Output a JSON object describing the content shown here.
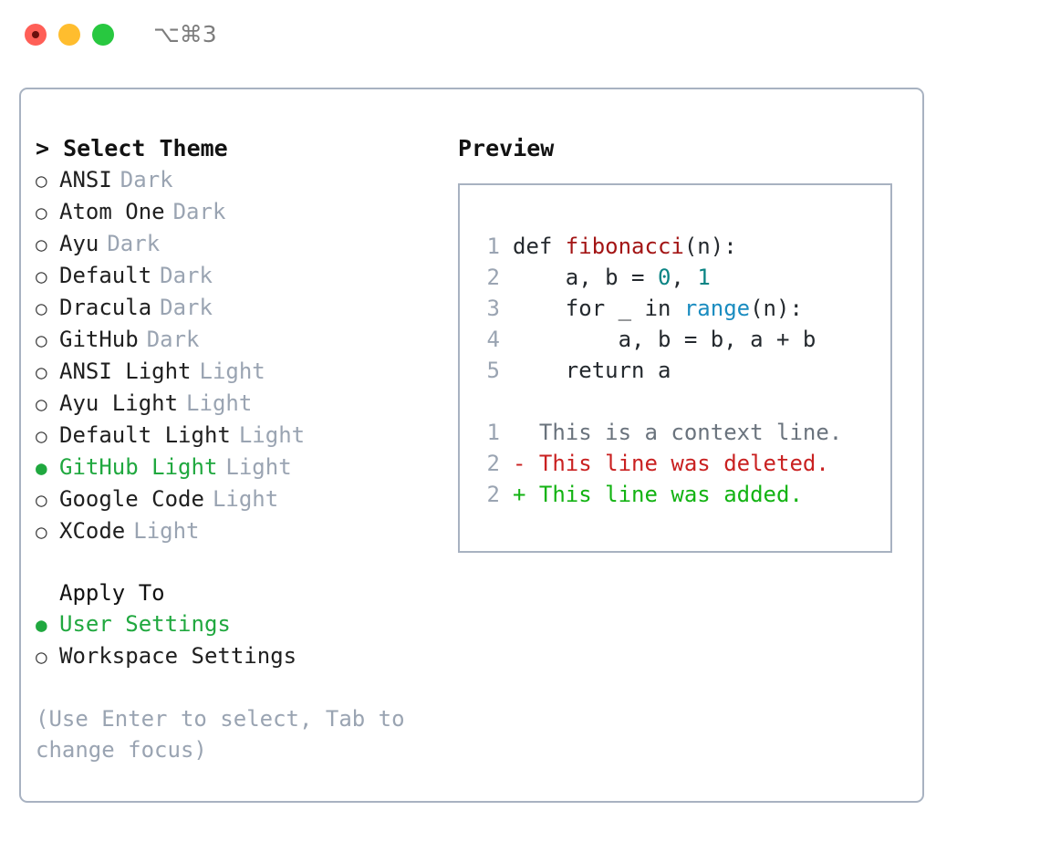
{
  "window": {
    "shortcut_label": "⌥⌘3",
    "lights": [
      {
        "name": "close",
        "color": "#ff5f57"
      },
      {
        "name": "minimize",
        "color": "#ffbd2e"
      },
      {
        "name": "zoom",
        "color": "#28c840"
      }
    ]
  },
  "theme_picker": {
    "prompt_prefix": "> ",
    "title": "Select Theme",
    "bullet_on": "●",
    "bullet_off": "○",
    "selected_color": "#20a83f",
    "themes": [
      {
        "label": "ANSI",
        "kind": "Dark",
        "selected": false
      },
      {
        "label": "Atom One",
        "kind": "Dark",
        "selected": false
      },
      {
        "label": "Ayu",
        "kind": "Dark",
        "selected": false
      },
      {
        "label": "Default",
        "kind": "Dark",
        "selected": false
      },
      {
        "label": "Dracula",
        "kind": "Dark",
        "selected": false
      },
      {
        "label": "GitHub",
        "kind": "Dark",
        "selected": false
      },
      {
        "label": "ANSI Light",
        "kind": "Light",
        "selected": false
      },
      {
        "label": "Ayu Light",
        "kind": "Light",
        "selected": false
      },
      {
        "label": "Default Light",
        "kind": "Light",
        "selected": false
      },
      {
        "label": "GitHub Light",
        "kind": "Light",
        "selected": true
      },
      {
        "label": "Google Code",
        "kind": "Light",
        "selected": false
      },
      {
        "label": "XCode",
        "kind": "Light",
        "selected": false
      }
    ]
  },
  "apply_to": {
    "title": "Apply To",
    "options": [
      {
        "label": "User Settings",
        "selected": true
      },
      {
        "label": "Workspace Settings",
        "selected": false
      }
    ]
  },
  "hint": {
    "text": "(Use Enter to select, Tab to change focus)"
  },
  "preview": {
    "title": "Preview",
    "code_lines": [
      {
        "no": "1",
        "parts": [
          {
            "t": "def ",
            "c": "plain"
          },
          {
            "t": "fibonacci",
            "c": "fn"
          },
          {
            "t": "(n):",
            "c": "plain"
          }
        ]
      },
      {
        "no": "2",
        "parts": [
          {
            "t": "    a, b = ",
            "c": "plain"
          },
          {
            "t": "0",
            "c": "num"
          },
          {
            "t": ", ",
            "c": "plain"
          },
          {
            "t": "1",
            "c": "num"
          }
        ]
      },
      {
        "no": "3",
        "parts": [
          {
            "t": "    for _ in ",
            "c": "plain"
          },
          {
            "t": "range",
            "c": "call"
          },
          {
            "t": "(n):",
            "c": "plain"
          }
        ]
      },
      {
        "no": "4",
        "parts": [
          {
            "t": "        a, b = b, a + b",
            "c": "plain"
          }
        ]
      },
      {
        "no": "5",
        "parts": [
          {
            "t": "    return a",
            "c": "plain"
          }
        ]
      }
    ],
    "diff_lines": [
      {
        "no": "1",
        "marker": "  ",
        "text": "This is a context line.",
        "kind": "ctx"
      },
      {
        "no": "2",
        "marker": "- ",
        "text": "This line was deleted.",
        "kind": "del"
      },
      {
        "no": "2",
        "marker": "+ ",
        "text": "This line was added.",
        "kind": "add"
      }
    ],
    "colors": {
      "function": "#a31515",
      "number": "#0b8484",
      "call": "#1a8cc0",
      "context": "#6a737d",
      "deleted": "#c92121",
      "added": "#13b313",
      "lineno": "#9aa4b2"
    }
  }
}
